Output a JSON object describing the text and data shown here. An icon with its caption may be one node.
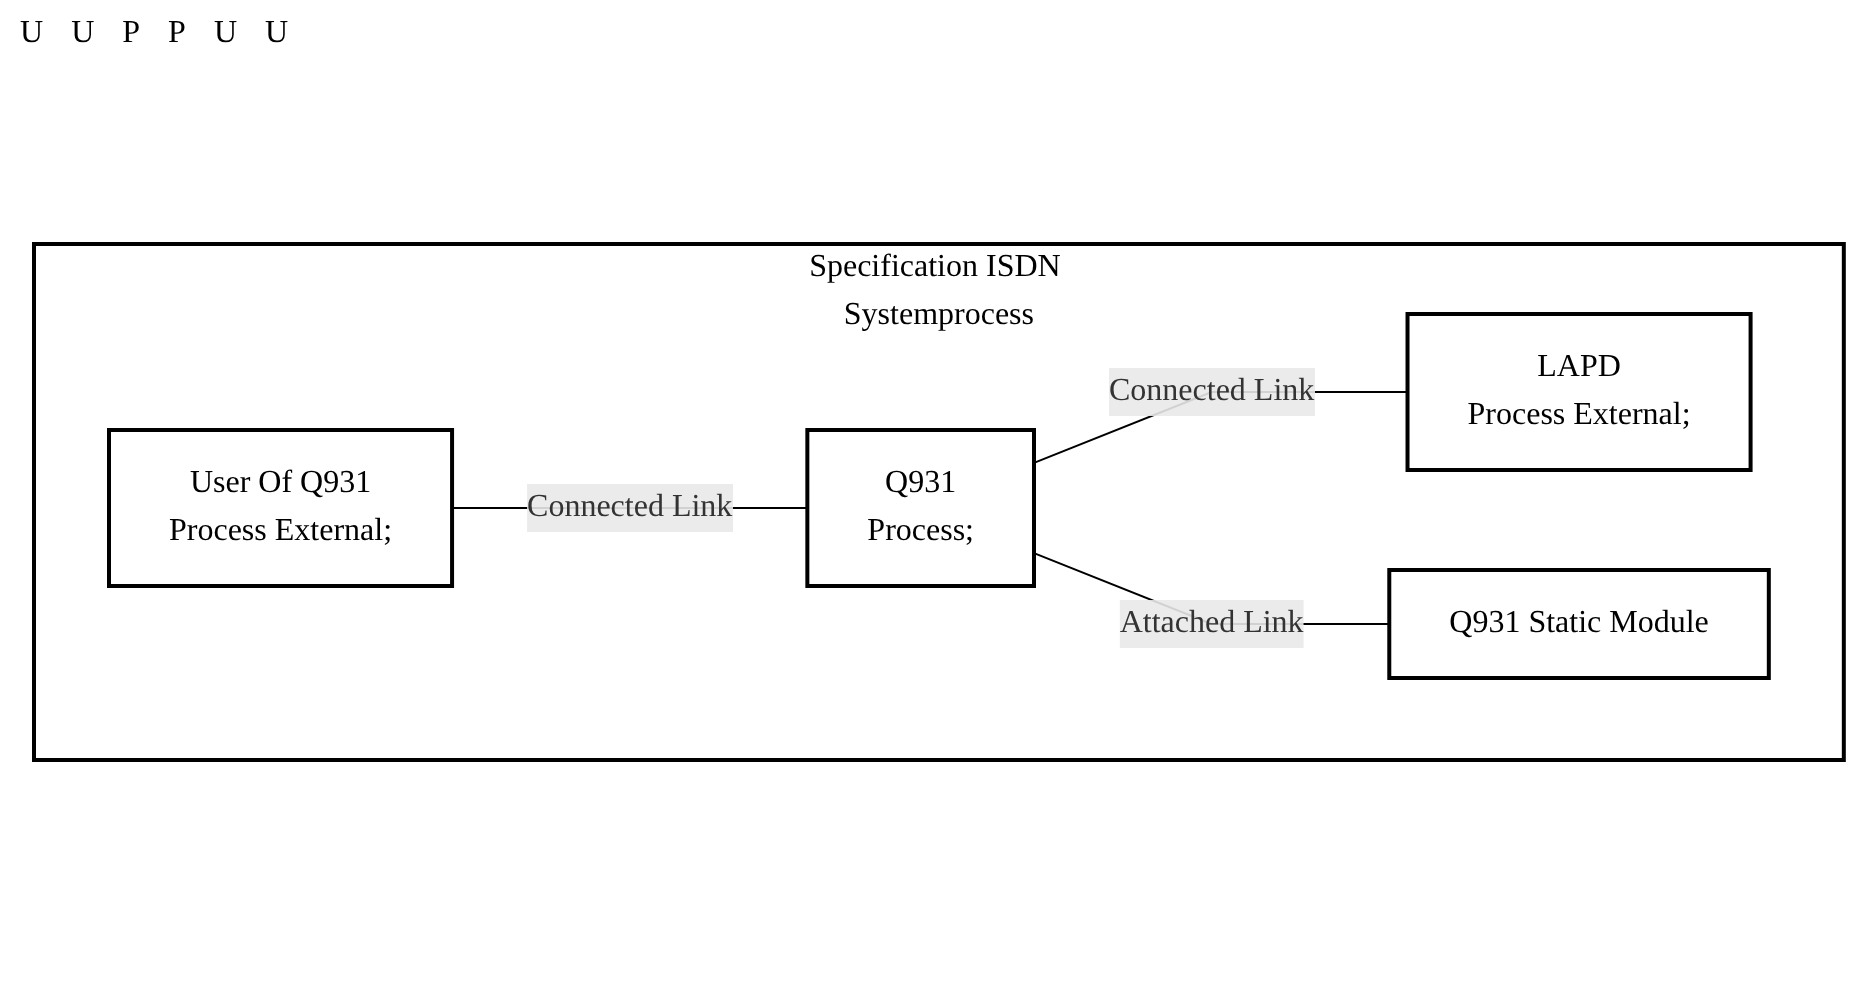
{
  "diagram": {
    "nodes": [
      {
        "text": [
          "Specification ISDN Systemprocess"
        ]
      },
      {
        "text": [
          "User Of Q931",
          "Process External;"
        ],
        "in": 0
      },
      {
        "text": [
          "Q931",
          "Process;"
        ],
        "in": 0
      },
      {
        "text": [
          "LAPD",
          "Process External;"
        ],
        "in": 0
      },
      {
        "text": [
          "Q931 Static Module"
        ],
        "in": 0
      }
    ],
    "edges": [
      {
        "from": 1,
        "to": 2,
        "arrow": "none",
        "label": "Connected Link"
      },
      {
        "from": 2,
        "to": 3,
        "arrow": "none",
        "label": "Connected Link"
      },
      {
        "from": 2,
        "to": 4,
        "arrow": "none",
        "label": "Attached Link"
      }
    ],
    "labels": [
      "U",
      "U",
      "P",
      "P",
      "U",
      "U"
    ]
  }
}
